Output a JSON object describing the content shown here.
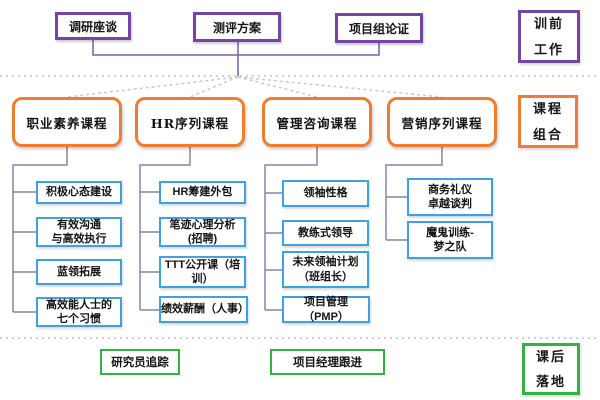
{
  "colors": {
    "purple": "#7544A5",
    "orange": "#ED7D31",
    "blue": "#3FA2E0",
    "green": "#32B244",
    "column_connector": "#8A82A8",
    "dashed_fan": "#C9C9C9",
    "dotted_divider": "#CFCFCF"
  },
  "phase1": {
    "side_label": "训前\n工作",
    "boxes": [
      {
        "label": "调研座谈"
      },
      {
        "label": "测评方案"
      },
      {
        "label": "项目组论证"
      }
    ]
  },
  "phase2": {
    "side_label": "课程\n组合",
    "categories": [
      {
        "title": "职业素养课程",
        "items": [
          "积极心态建设",
          "有效沟通\n与高效执行",
          "蓝领拓展",
          "高效能人士的\n七个习惯"
        ]
      },
      {
        "title": "HR序列课程",
        "items": [
          "HR筹建外包",
          "笔迹心理分析\n(招聘)",
          "TTT公开课（培\n训）",
          "绩效薪酬（人事）"
        ]
      },
      {
        "title": "管理咨询课程",
        "items": [
          "领袖性格",
          "教练式领导",
          "未来领袖计划\n（班组长）",
          "项目管理（PMP）"
        ]
      },
      {
        "title": "营销序列课程",
        "items": [
          "商务礼仪\n卓越谈判",
          "魔鬼训练-\n梦之队"
        ]
      }
    ]
  },
  "phase3": {
    "side_label": "课后\n落地",
    "boxes": [
      {
        "label": "研究员追踪"
      },
      {
        "label": "项目经理跟进"
      }
    ]
  }
}
